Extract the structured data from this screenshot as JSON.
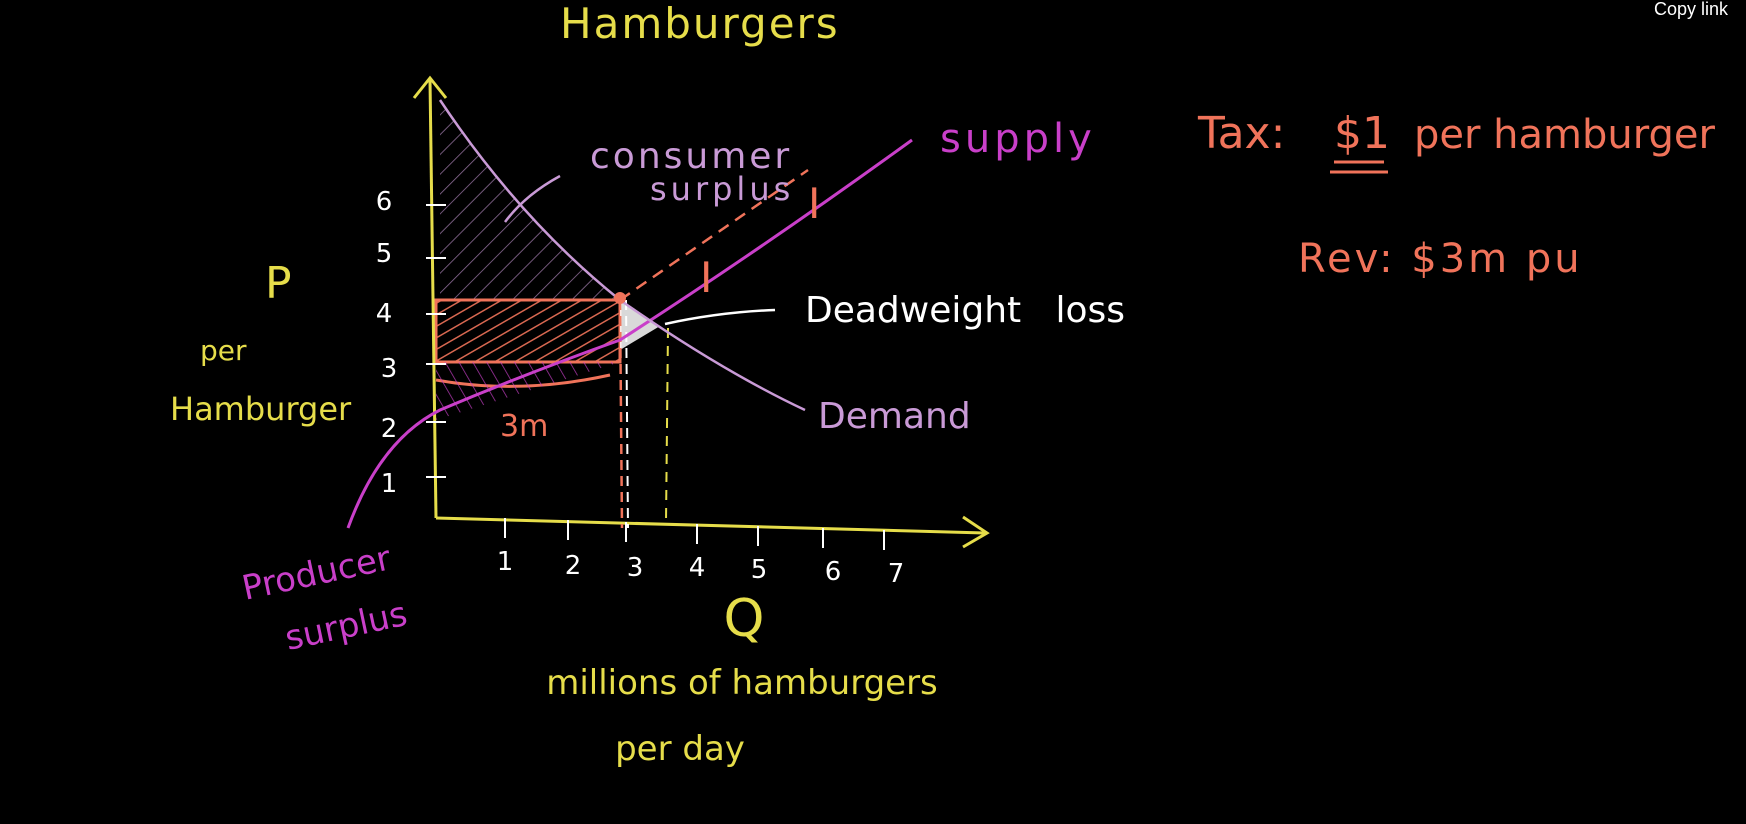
{
  "overlay": {
    "copy_link_label": "Copy link"
  },
  "board": {
    "title": "Hamburgers",
    "y_axis": {
      "label": "P",
      "sublabel_line1": "per",
      "sublabel_line2": "Hamburger",
      "ticks": [
        "1",
        "2",
        "3",
        "4",
        "5",
        "6"
      ]
    },
    "x_axis": {
      "label": "Q",
      "sublabel_line1": "millions of hamburgers",
      "sublabel_line2": "per day",
      "ticks": [
        "1",
        "2",
        "3",
        "4",
        "5",
        "6",
        "7"
      ]
    },
    "labels": {
      "consumer_surplus_line1": "consumer",
      "consumer_surplus_line2": "surplus",
      "supply": "supply",
      "demand": "Demand",
      "deadweight_loss": "Deadweight   loss",
      "producer_surplus_line1": "Producer",
      "producer_surplus_line2": "surplus",
      "tax_revenue_amount": "3m",
      "tax_marker_1": "I",
      "tax_marker_2": "I"
    },
    "notes": {
      "tax_prefix": "Tax:",
      "tax_amount": "$1",
      "tax_suffix": "per hamburger",
      "revenue": "Rev: $3m pu"
    },
    "colors": {
      "background": "#000000",
      "axis_yellow": "#e6dd4a",
      "supply_magenta": "#c93fc9",
      "demand_pink": "#c99ad6",
      "tax_orange": "#f0735a",
      "white": "#ffffff"
    }
  }
}
